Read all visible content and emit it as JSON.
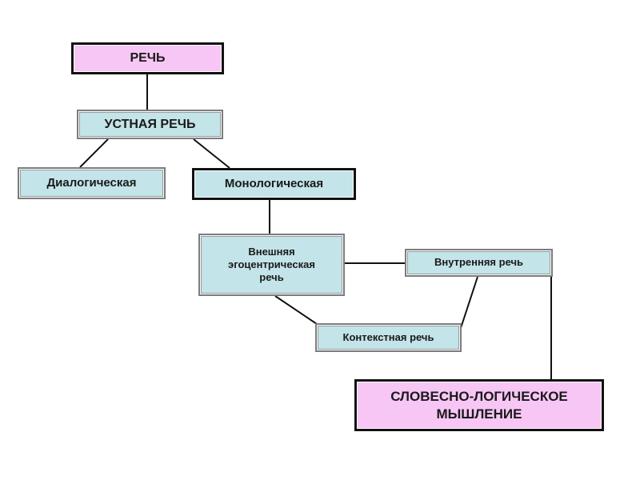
{
  "diagram": {
    "nodes": {
      "speech": "РЕЧЬ",
      "oral_speech": "УСТНАЯ РЕЧЬ",
      "dialogic": "Диалогическая",
      "monologic": "Монологическая",
      "egocentric": "Внешняя\nэгоцентрическая\nречь",
      "inner_speech": "Внутренняя речь",
      "contextual_speech": "Контекстная речь",
      "verbal_logical_thinking": "СЛОВЕСНО-ЛОГИЧЕСКОЕ\nМЫШЛЕНИЕ"
    },
    "colors": {
      "top_and_bottom_boxes": "#f7c6f5",
      "middle_boxes": "#c3e4e8",
      "lines": "#111111"
    }
  }
}
